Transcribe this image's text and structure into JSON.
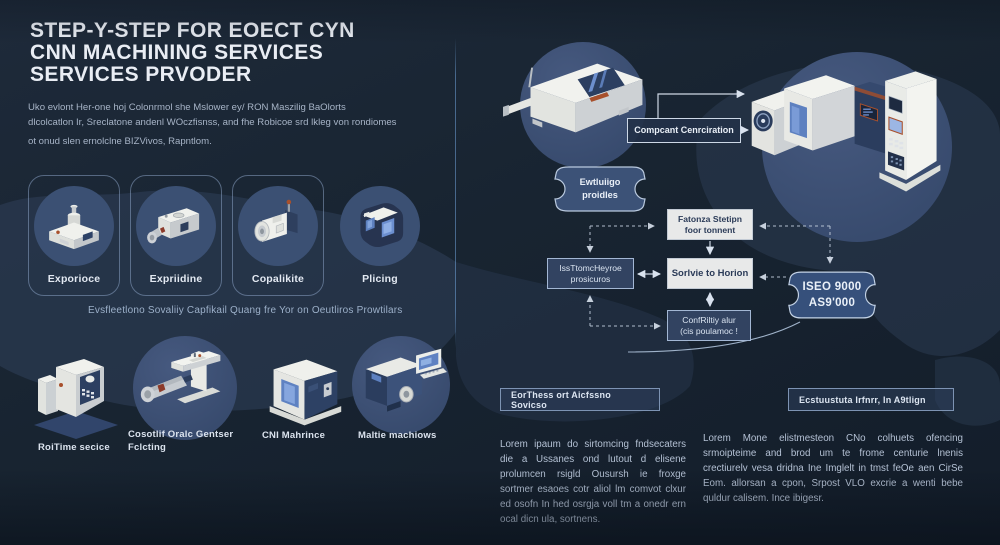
{
  "header": {
    "title_lines": [
      "STEP-Y-STEP FOR EOECT CYN",
      "CNN MACHINING SERVICES",
      "SERVICES PRVODER"
    ],
    "subtitle_lines": [
      "Uko evlont Her-one hoj Colonrmol she Mslower ey/ RON Maszilig BaOlorts",
      "dlcolcatlon Ir, Sreclatone andenl WOczfisnss, and fhe Robicoe srd lkleg von rondiomes",
      "ot onud slen ernolclne BIZVivos, Rapntlom."
    ]
  },
  "features": {
    "cards": [
      {
        "label": "Exporioce",
        "icon": "milling-machine-icon"
      },
      {
        "label": "Expriidine",
        "icon": "spindle-machine-icon"
      },
      {
        "label": "Copalikite",
        "icon": "turning-machine-icon"
      },
      {
        "label": "Plicing",
        "icon": "compact-cnc-icon"
      }
    ],
    "caption": "Evsfleetlono Sovaliiy Capfikail Quang fre Yor on Oeutliros Prowtilars"
  },
  "machines": {
    "items": [
      {
        "lines": [
          "RoiTime secice"
        ],
        "icon": "vertical-machining-center-icon"
      },
      {
        "lines": [
          "Cosotlif Oralc Gentser",
          "Fclcting"
        ],
        "icon": "lathe-spindle-machine-icon"
      },
      {
        "lines": [
          "CNI Mahrince"
        ],
        "icon": "cnc-machine-icon"
      },
      {
        "lines": [
          "Maltie machiows"
        ],
        "icon": "multi-axis-machine-icon"
      }
    ]
  },
  "flowchart": {
    "component_label": "Compcant Cenrciration",
    "process_badge": [
      "Ewtluiigo",
      "proidles"
    ],
    "box_top": [
      "Fatonza Stetipn",
      "foor tonnent"
    ],
    "box_left": [
      "IssTtomcHeyroe",
      "prosicuros"
    ],
    "box_center": "Sorlvie to Horion",
    "box_bottom": [
      "ConfRiltiy alur",
      "(cis poulamoc !"
    ],
    "iso_badge": [
      "ISEO 9000",
      "AS9'000"
    ]
  },
  "bottom": {
    "left_header": "EorThess ort Aicfssno Sovicso",
    "right_header": "Ecstuustuta Irfnrr, In A9tlign",
    "left_paragraph": "Lorem ipaum do sirtomcing fndsecaters die a Ussanes ond lutout d elisene prolumcen rsigld Ousursh ie froxge sortmer esaoes cotr aliol lm comvot clxur ed osofn In hed osrgja voll tm a onedr ern ocal dicn ula, sortnens.",
    "right_paragraph": "Lorem Mone elistmesteon CNo colhuets ofencing srmoipteime and brod um te frome centurie lnenis crectiurelv vesa dridna Ine Imglelt in tmst feOe aen CirSe Eom. allorsan a cpon, Srpost VLO excrie a wenti bebe quldur calisem. Ince ibigesr."
  },
  "colors": {
    "background": "#17232f",
    "map_land": "#2d3d55",
    "box_light": "#e8e9e9",
    "box_dark": "#324361",
    "badge_fill": "#3c5277",
    "border_light": "#c3d2e6",
    "screen_blue": "#5f82c2",
    "accent_orange": "#a8502c"
  }
}
